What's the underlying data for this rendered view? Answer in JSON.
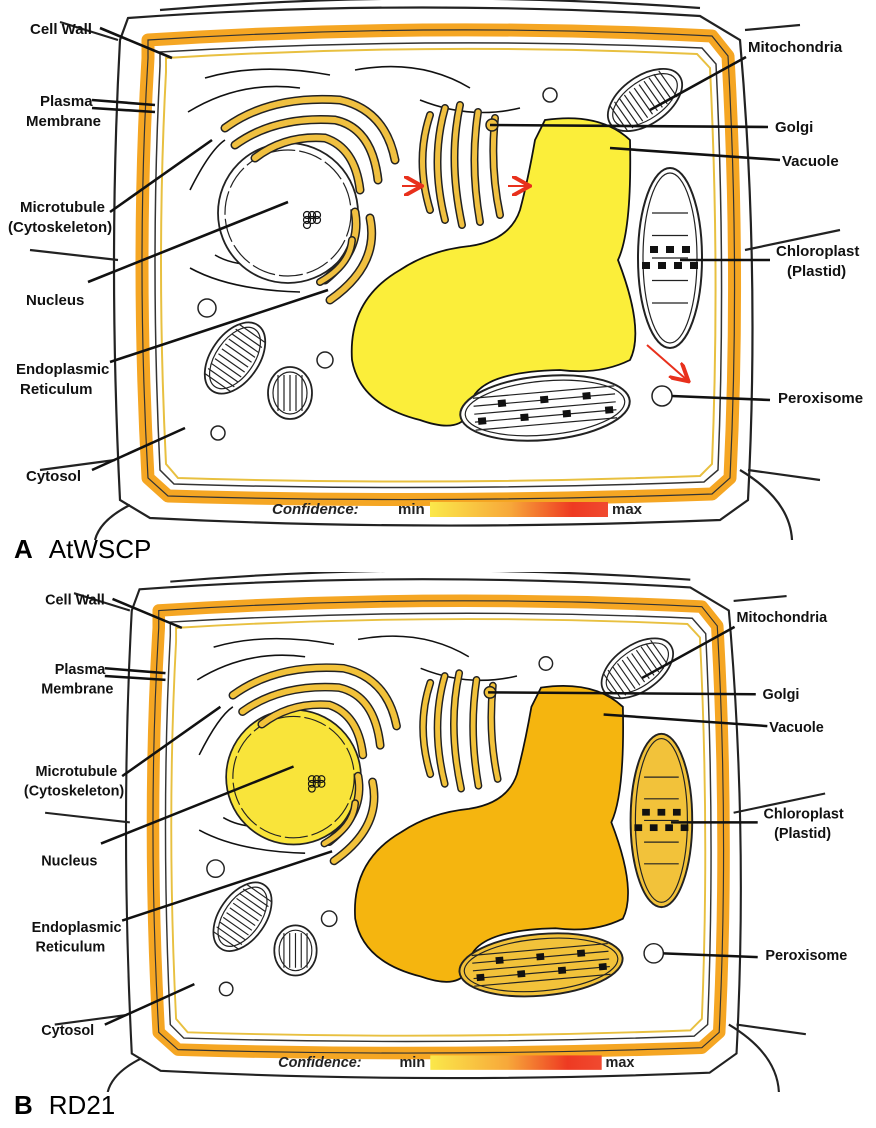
{
  "panels": [
    {
      "caption_letter": "A",
      "caption_name": "AtWSCP",
      "labels": {
        "cell_wall": "Cell Wall",
        "plasma": "Plasma",
        "membrane": "Membrane",
        "microtubule": "Microtubule",
        "cytoskeleton": "(Cytoskeleton)",
        "nucleus": "Nucleus",
        "endoplasmic": "Endoplasmic",
        "reticulum": "Reticulum",
        "cytosol": "Cytosol",
        "mitochondria": "Mitochondria",
        "golgi": "Golgi",
        "vacuole": "Vacuole",
        "chloroplast": "Chloroplast",
        "plastid": "(Plastid)",
        "peroxisome": "Peroxisome"
      },
      "confidence": {
        "label": "Confidence:",
        "min": "min",
        "max": "max"
      },
      "colors": {
        "cell_wall": "#f5a623",
        "nucleus": "#ffffff",
        "er": "#f0c040",
        "golgi": "#f0c040",
        "vacuole": "#fbee3a",
        "chloroplast": "#ffffff",
        "plastid_lower": "#ffffff",
        "arrows": "#e8301c"
      },
      "show_arrows": true
    },
    {
      "caption_letter": "B",
      "caption_name": "RD21",
      "labels": {
        "cell_wall": "Cell Wall",
        "plasma": "Plasma",
        "membrane": "Membrane",
        "microtubule": "Microtubule",
        "cytoskeleton": "(Cytoskeleton)",
        "nucleus": "Nucleus",
        "endoplasmic": "Endoplasmic",
        "reticulum": "Reticulum",
        "cytosol": "Cytosol",
        "mitochondria": "Mitochondria",
        "golgi": "Golgi",
        "vacuole": "Vacuole",
        "chloroplast": "Chloroplast",
        "plastid": "(Plastid)",
        "peroxisome": "Peroxisome"
      },
      "confidence": {
        "label": "Confidence:",
        "min": "min",
        "max": "max"
      },
      "colors": {
        "cell_wall": "#f5a623",
        "nucleus": "#f9e43a",
        "er": "#f2c23a",
        "golgi": "#f2c23a",
        "vacuole": "#f5b50f",
        "chloroplast": "#f2c23a",
        "plastid_lower": "#f2c23a",
        "arrows": "#e8301c"
      },
      "show_arrows": false
    }
  ]
}
